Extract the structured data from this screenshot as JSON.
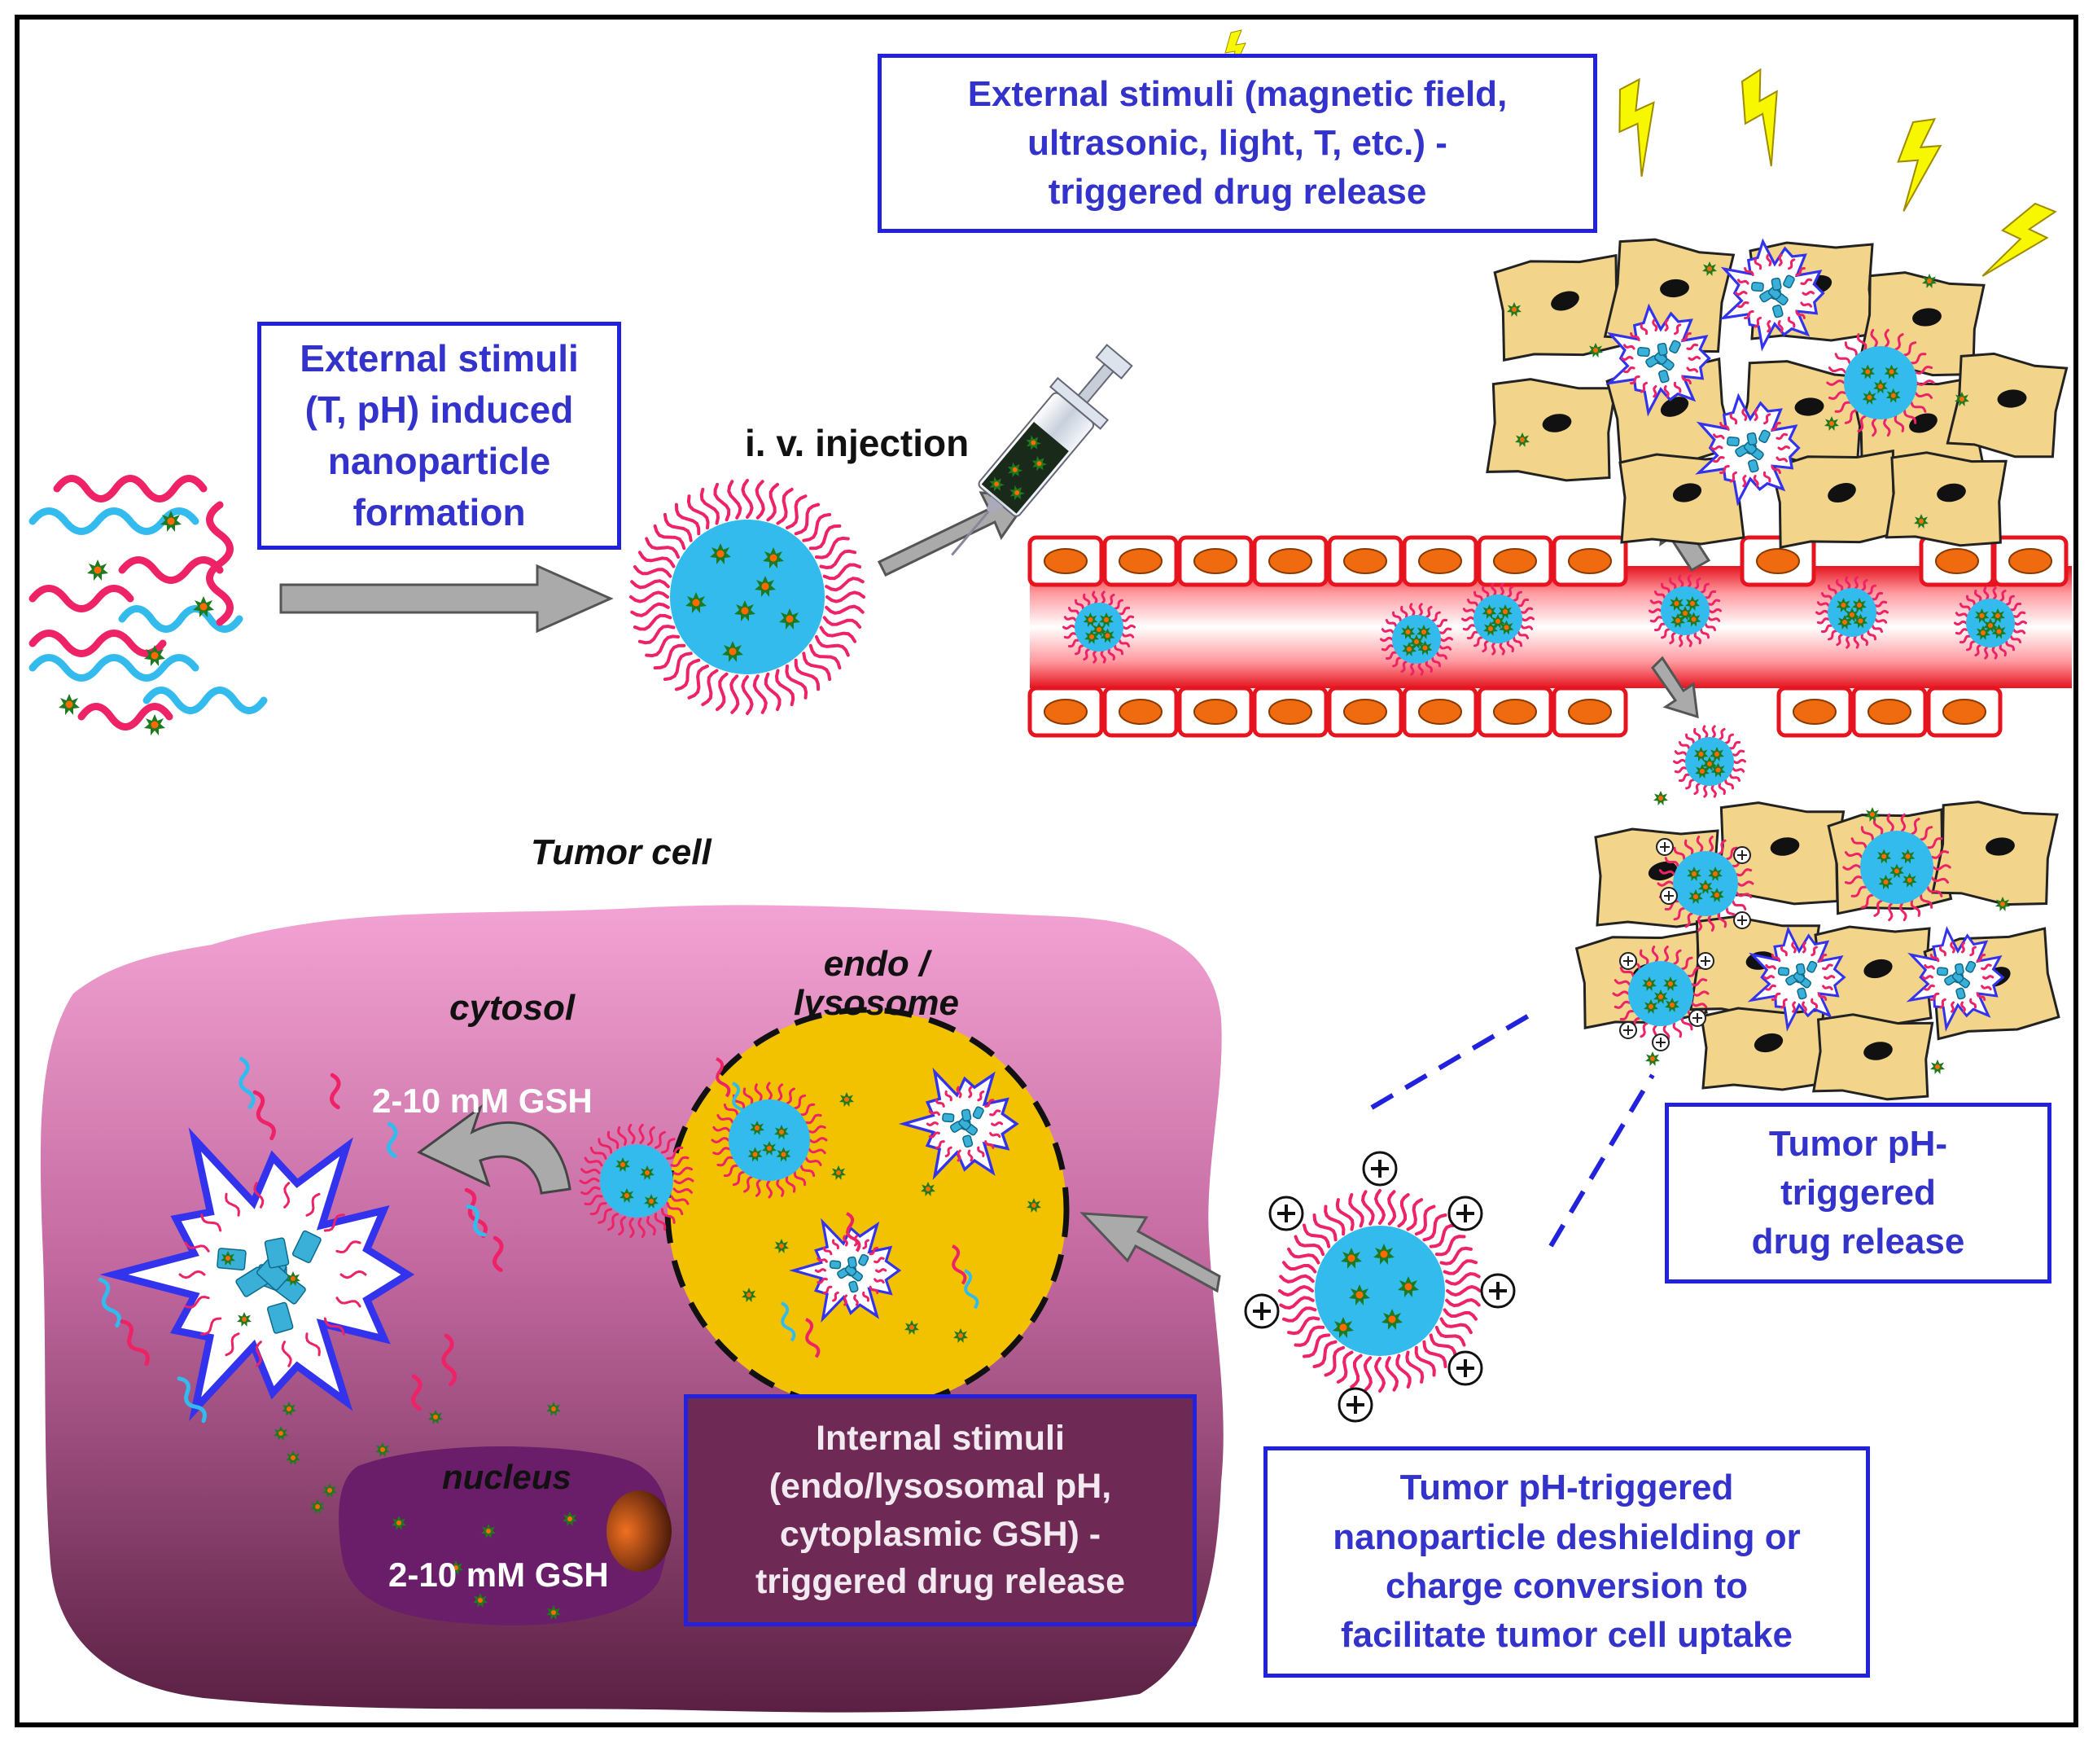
{
  "labels": {
    "top_box": "External stimuli       (magnetic field,\nultrasonic, light, T, etc.) -\ntriggered drug release",
    "left_box": "External stimuli\n(T, pH) induced\nnanoparticle\nformation",
    "iv_injection": "i. v. injection",
    "tumor_cell": "Tumor cell",
    "cytosol": "cytosol",
    "endo_lysosome": "endo /\nlysosome",
    "gsh_cytosol": "2-10 mM GSH",
    "nucleus": "nucleus",
    "gsh_nucleus": "2-10 mM GSH",
    "internal_box": "Internal stimuli\n(endo/lysosomal pH,\ncytoplasmic GSH) -\ntriggered drug release",
    "tumor_ph_box": "Tumor pH-\ntriggered\ndrug release",
    "deshield_box": "Tumor pH-triggered\nnanoparticle deshielding or\ncharge conversion to\nfacilitate tumor cell uptake"
  },
  "colors": {
    "frame": "#000000",
    "box_border": "#2222dd",
    "box_text": "#3333cc",
    "nanoparticle_core": "#33bbee",
    "corona": "#ee2266",
    "drug": "#1f7a1f",
    "drug_center": "#ff6a00",
    "vessel": "#e8202a",
    "tumor_cytoplasm": "#f2d58a",
    "tumor_cell_body": "#c06aa0",
    "lysosome": "#f2c200",
    "nucleus": "#6a1e6a",
    "lightning": "#f5f500",
    "arrow": "#aaaaaa",
    "burst_star": "#3333ee"
  },
  "icons": [
    "syringe-icon",
    "lightning-icon",
    "nanoparticle-icon",
    "drug-molecule-icon",
    "polymer-chain-icon",
    "plus-charge-icon"
  ]
}
